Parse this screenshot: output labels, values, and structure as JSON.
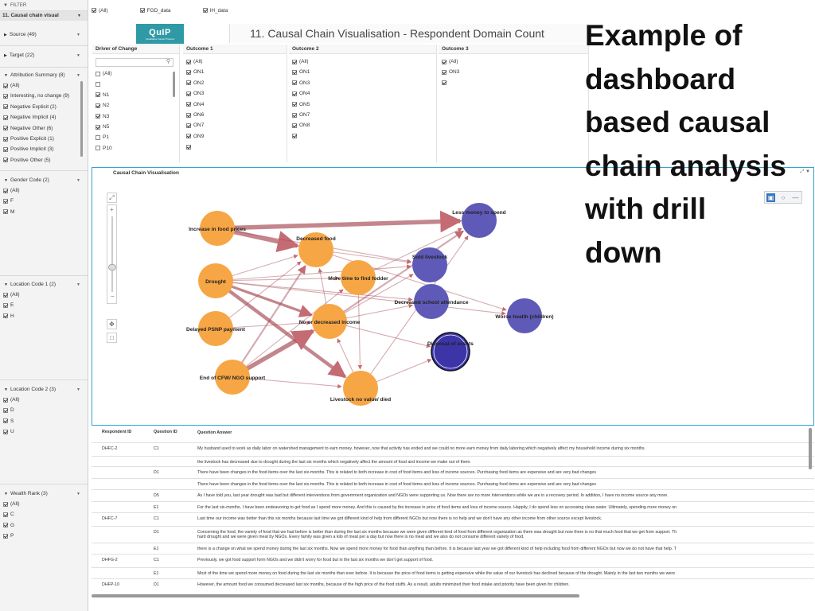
{
  "sidebar": {
    "filter_label": "FILTER",
    "sheet_name": "11. Causal chain visual",
    "groups": {
      "source": {
        "title": "Source (49)"
      },
      "target": {
        "title": "Target (22)"
      },
      "attribution": {
        "title": "Attribution Summary (8)",
        "items": [
          "(All)",
          "Interesting, no change (9)",
          "Negative Explicit (2)",
          "Negative Implicit (4)",
          "Negative Other (6)",
          "Positive Explicit (1)",
          "Positive Implicit (3)",
          "Positive Other (5)"
        ]
      },
      "gender": {
        "title": "Gender Code (2)",
        "items": [
          "(All)",
          "F",
          "M"
        ]
      },
      "location1": {
        "title": "Location Code 1 (2)",
        "items": [
          "(All)",
          "E",
          "H"
        ]
      },
      "location2": {
        "title": "Location Code 2 (3)",
        "items": [
          "(All)",
          "D",
          "S",
          "U"
        ]
      },
      "wealth": {
        "title": "Wealth Rank (3)",
        "items": [
          "(All)",
          "C",
          "G",
          "P"
        ]
      }
    }
  },
  "top_filters": [
    "(All)",
    "FGD_data",
    "IH_data"
  ],
  "logo": {
    "text": "QuIP",
    "subtext": "Qualitative Impact Protocol"
  },
  "dashboard_title": "11. Causal Chain Visualisation - Respondent Domain Count",
  "panes": {
    "driver": {
      "title": "Driver of Change",
      "items": [
        "(All)",
        "",
        "N1",
        "N2",
        "N3",
        "N5",
        "P1",
        "P10"
      ],
      "checked": [
        false,
        false,
        true,
        true,
        true,
        true,
        false,
        false
      ]
    },
    "outcome1": {
      "title": "Outcome 1",
      "items": [
        "(All)",
        "ON1",
        "ON2",
        "ON3",
        "ON4",
        "ON6",
        "ON7",
        "ON9",
        ""
      ]
    },
    "outcome2": {
      "title": "Outcome 2",
      "items": [
        "(All)",
        "ON1",
        "ON3",
        "ON4",
        "ON5",
        "ON7",
        "ON8",
        ""
      ]
    },
    "outcome3": {
      "title": "Outcome 3",
      "items": [
        "(All)",
        "ON3",
        ""
      ]
    }
  },
  "viz": {
    "title": "Causal Chain Visualisation",
    "zoom_icons": [
      "expand-icon",
      "plus-icon",
      "minus-icon",
      "move-icon",
      "select-icon"
    ],
    "colors": {
      "driver": "#f7a645",
      "outcome": "#5f5ab8",
      "outcome_selected": "#3b35a8",
      "edge": "#a3454f"
    },
    "nodes": [
      {
        "id": "food_prices",
        "label": "Increase in food prices",
        "type": "driver"
      },
      {
        "id": "drought",
        "label": "Drought",
        "type": "driver"
      },
      {
        "id": "psnp",
        "label": "Delayed PSNP payment",
        "type": "driver"
      },
      {
        "id": "cfw",
        "label": "End of CFW/ NGO support",
        "type": "driver"
      },
      {
        "id": "dec_food",
        "label": "Decreased food",
        "type": "driver"
      },
      {
        "id": "fodder",
        "label": "More time to find fodder",
        "type": "driver"
      },
      {
        "id": "income",
        "label": "No or decreased income",
        "type": "driver"
      },
      {
        "id": "livestock",
        "label": "Livestock no value/ died",
        "type": "driver"
      },
      {
        "id": "less_money",
        "label": "Less money to spend",
        "type": "outcome"
      },
      {
        "id": "sold_livestock",
        "label": "Sold livestock",
        "type": "outcome"
      },
      {
        "id": "school",
        "label": "Decreased school attendance",
        "type": "outcome"
      },
      {
        "id": "health",
        "label": "Worse health (children)",
        "type": "outcome"
      },
      {
        "id": "assets",
        "label": "Disposal of assets",
        "type": "outcome_selected"
      }
    ],
    "edges": [
      {
        "from": "food_prices",
        "to": "less_money",
        "weight": 5
      },
      {
        "from": "food_prices",
        "to": "dec_food",
        "weight": 5
      },
      {
        "from": "food_prices",
        "to": "sold_livestock",
        "weight": 1
      },
      {
        "from": "drought",
        "to": "dec_food",
        "weight": 1
      },
      {
        "from": "drought",
        "to": "fodder",
        "weight": 1
      },
      {
        "from": "drought",
        "to": "income",
        "weight": 3
      },
      {
        "from": "drought",
        "to": "livestock",
        "weight": 4
      },
      {
        "from": "drought",
        "to": "sold_livestock",
        "weight": 1
      },
      {
        "from": "drought",
        "to": "school",
        "weight": 1
      },
      {
        "from": "drought",
        "to": "health",
        "weight": 1
      },
      {
        "from": "psnp",
        "to": "income",
        "weight": 1
      },
      {
        "from": "psnp",
        "to": "dec_food",
        "weight": 1
      },
      {
        "from": "cfw",
        "to": "income",
        "weight": 5
      },
      {
        "from": "cfw",
        "to": "dec_food",
        "weight": 2
      },
      {
        "from": "cfw",
        "to": "fodder",
        "weight": 1
      },
      {
        "from": "cfw",
        "to": "livestock",
        "weight": 1
      },
      {
        "from": "dec_food",
        "to": "sold_livestock",
        "weight": 1
      },
      {
        "from": "dec_food",
        "to": "health",
        "weight": 1
      },
      {
        "from": "fodder",
        "to": "less_money",
        "weight": 1
      },
      {
        "from": "fodder",
        "to": "livestock",
        "weight": 1
      },
      {
        "from": "income",
        "to": "less_money",
        "weight": 2
      },
      {
        "from": "income",
        "to": "sold_livestock",
        "weight": 1
      },
      {
        "from": "income",
        "to": "school",
        "weight": 1
      },
      {
        "from": "income",
        "to": "assets",
        "weight": 1
      },
      {
        "from": "income",
        "to": "dec_food",
        "weight": 1
      },
      {
        "from": "livestock",
        "to": "assets",
        "weight": 1
      },
      {
        "from": "livestock",
        "to": "income",
        "weight": 1
      },
      {
        "from": "livestock",
        "to": "less_money",
        "weight": 1
      }
    ]
  },
  "table": {
    "headers": {
      "respondent": "Respondent ID",
      "question": "Question ID",
      "answer": "Question Answer"
    },
    "rows": [
      {
        "r": "DHFC-2",
        "q": "C1",
        "a": "My husband used to work as daily labor on watershed management to earn money. however, now that activity has ended and we could no more earn money from daily laboring which negatively affect my household income during six months."
      },
      {
        "r": "",
        "q": "",
        "a": "the livestock has decreased due to drought during the last six months which negatively affect the amount of food and income we make out of them."
      },
      {
        "r": "",
        "q": "D1",
        "a": "There have been changes in the food items over the last six-months. This is related to both increase in cost of food items and loss of income sources. Purchasing food items are expensive and are very bad changes"
      },
      {
        "r": "",
        "q": "",
        "a": "There have been changes in the food items over the last six-months. This is related to both increase in cost of food items and loss of income sources. Purchasing food items are expensive and are very bad changes"
      },
      {
        "r": "",
        "q": "D5",
        "a": "As I have told you, last year drought was bad but different interventions from government organization and NGOs were supporting us. Now there are no more interventions while we are in a recovery period. In addition, I have no income source any more."
      },
      {
        "r": "",
        "q": "E1",
        "a": "For the last six-months, I have been endeavoring to get food as I spend more money. And this is caused by the increase in price of food items and loss of income source.  Happily, I do spend less on accessing clean water. Ultimately, spending more money on"
      },
      {
        "r": "DHFC-7",
        "q": "C1",
        "a": "Last time our income was better than this six months because last time we got different kind of help from different NGOs but now there is no help and we don't have any other income from other source except livestock."
      },
      {
        "r": "",
        "q": "D1",
        "a": "Concerning the food, the variety of food that we had before is better than during the last six months because we were given different kind of food from different organization as there was drought but now there is no that much food that we get from support. Th",
        "a2": "hard drought and we were given meat by NGOs. Every family was given a kilo of meat per a day but now there is no meat and we also do not consume different variety of food."
      },
      {
        "r": "",
        "q": "E1",
        "a": "there is a change on what we spend money during the last six months. Now we spend more money for food than anything than before. It is because last year we got different kind of help including food from different NGOs but now we do not have that help. T"
      },
      {
        "r": "DHFG-2",
        "q": "C1",
        "a": "Previously, we got food support form NGOs and we didn't worry for food but in the last six months we don't get support of food."
      },
      {
        "r": "",
        "q": "E1",
        "a": "Most of the time we spend more money on food during the last six months than ever before. It is because the price of food items is getting expensive while the value of our livestock has declined because of the drought. Mainly in the last two months we were"
      },
      {
        "r": "DHFP-10",
        "q": "D1",
        "a": "However, the amount food we consumed decreased last six months, because of the high price of the food stuffs. As a result, adults minimized their food intake and priority have been given for children."
      }
    ]
  },
  "caption": [
    "Example of",
    "dashboard",
    "based causal",
    "chain analysis",
    "with drill",
    "down"
  ]
}
